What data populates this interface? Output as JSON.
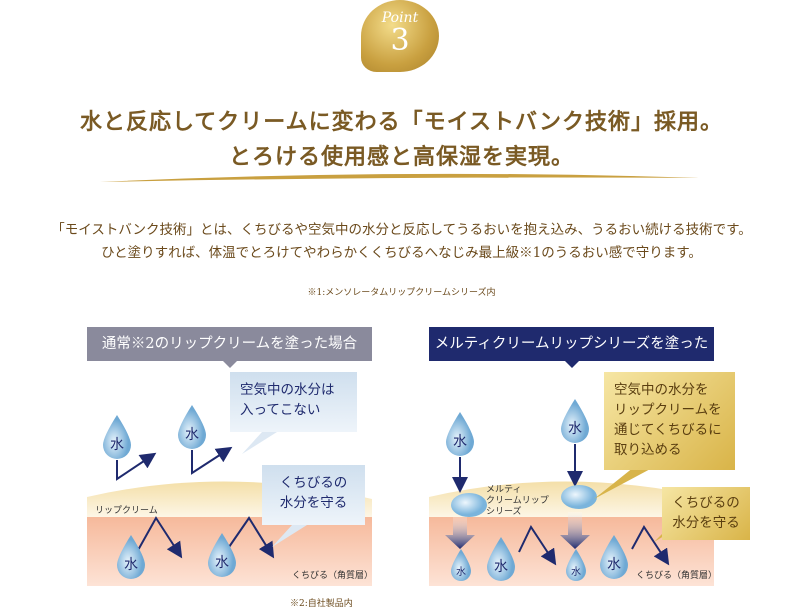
{
  "badge": {
    "label": "Point",
    "number": "3"
  },
  "headline": [
    "水と反応してクリームに変わる「モイストバンク技術」採用。",
    "とろける使用感と高保湿を実現。"
  ],
  "body": [
    "「モイストバンク技術」とは、くちびるや空気中の水分と反応してうるおいを抱え込み、うるおい続ける技術です。",
    "ひと塗りすれば、体温でとろけてやわらかくくちびるへなじみ最上級※1のうるおい感で守ります。"
  ],
  "note1": "※1:メンソレータムリップクリームシリーズ内",
  "left": {
    "title": "通常※2のリップクリームを塗った場合",
    "bubble1": [
      "空気中の水分は",
      "入ってこない"
    ],
    "bubble2": [
      "くちびるの",
      "水分を守る"
    ],
    "cream_label": "リップクリーム",
    "lip_label": "くちびる（角質層）",
    "drop": "水",
    "color": "#8a8a9c"
  },
  "right": {
    "title": "メルティクリームリップシリーズを塗った場合",
    "bubble1": [
      "空気中の水分を",
      "リップクリームを",
      "通じてくちびるに",
      "取り込める"
    ],
    "bubble2": [
      "くちびるの",
      "水分を守る"
    ],
    "series_label": [
      "メルティ",
      "クリームリップ",
      "シリーズ"
    ],
    "lip_label": "くちびる（角質層）",
    "drop": "水",
    "color": "#1f2a6e"
  },
  "note2": "※2:自社製品内"
}
